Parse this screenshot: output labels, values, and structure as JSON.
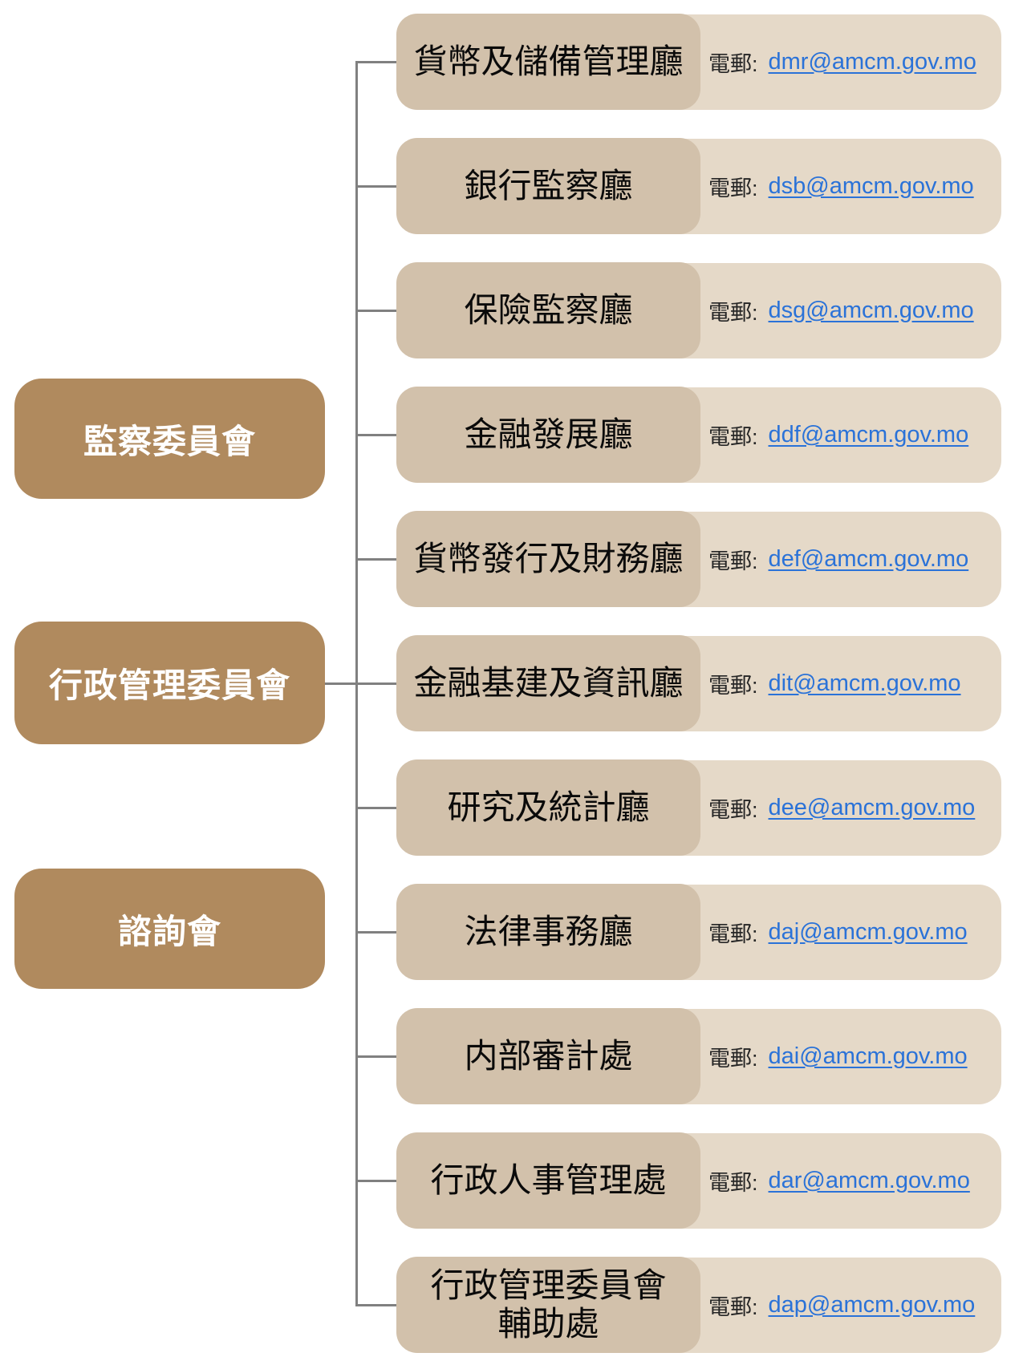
{
  "page": {
    "title": "AMCM organisation chart",
    "background_color": "#ffffff"
  },
  "colors": {
    "committee_box": "#b08a5e",
    "department_box": "#d2c1ab",
    "email_strip": "#e5d9c8",
    "connector_line": "#808080",
    "link_blue": "#2a72d8",
    "committee_text": "#ffffff",
    "department_text": "#0a0a0a",
    "label_text": "#262626"
  },
  "email_label": "電郵:",
  "committees": [
    {
      "label": "監察委員會"
    },
    {
      "label": "行政管理委員會"
    },
    {
      "label": "諮詢會"
    }
  ],
  "rows": [
    {
      "name": "貨幣及儲備管理廳",
      "email": "dmr@amcm.gov.mo"
    },
    {
      "name": "銀行監察廳",
      "email": "dsb@amcm.gov.mo"
    },
    {
      "name": "保險監察廳",
      "email": "dsg@amcm.gov.mo"
    },
    {
      "name": "金融發展廳",
      "email": "ddf@amcm.gov.mo"
    },
    {
      "name": "貨幣發行及財務廳",
      "email": "def@amcm.gov.mo"
    },
    {
      "name": "金融基建及資訊廳",
      "email": "dit@amcm.gov.mo"
    },
    {
      "name": "研究及統計廳",
      "email": "dee@amcm.gov.mo"
    },
    {
      "name": "法律事務廳",
      "email": "daj@amcm.gov.mo"
    },
    {
      "name": "内部審計處",
      "email": "dai@amcm.gov.mo"
    },
    {
      "name": "行政人事管理處",
      "email": "dar@amcm.gov.mo"
    },
    {
      "name": "行政管理委員會\n輔助處",
      "email": "dap@amcm.gov.mo"
    }
  ]
}
